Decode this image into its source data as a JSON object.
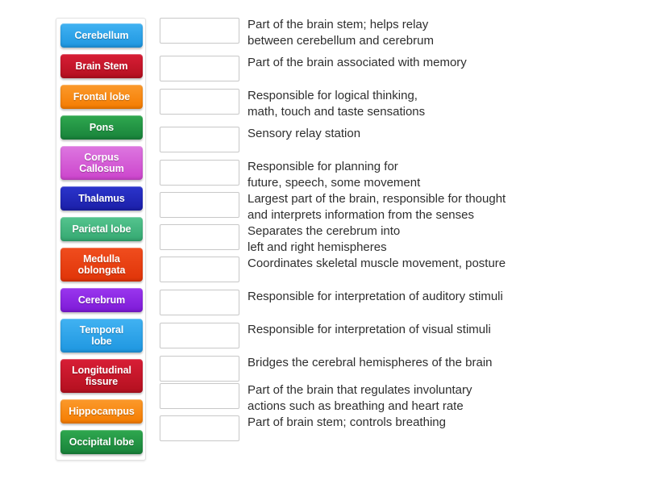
{
  "activity": {
    "type": "match-up-drag-and-drop",
    "subject": "Brain anatomy"
  },
  "tiles": [
    {
      "label": "Cerebellum",
      "color_start": "#41b2f2",
      "color_end": "#1e96e0"
    },
    {
      "label": "Brain Stem",
      "color_start": "#d81e36",
      "color_end": "#b3101f"
    },
    {
      "label": "Frontal lobe",
      "color_start": "#fb9a2c",
      "color_end": "#f57c00"
    },
    {
      "label": "Pons",
      "color_start": "#2fa84f",
      "color_end": "#18823a"
    },
    {
      "label": "Corpus\nCallosum",
      "color_start": "#dd77e0",
      "color_end": "#cc44cc"
    },
    {
      "label": "Thalamus",
      "color_start": "#2b34cc",
      "color_end": "#1b1fa8"
    },
    {
      "label": "Parietal lobe",
      "color_start": "#55c48f",
      "color_end": "#34a871"
    },
    {
      "label": "Medulla\noblongata",
      "color_start": "#f04d1e",
      "color_end": "#e03408"
    },
    {
      "label": "Cerebrum",
      "color_start": "#9a36ef",
      "color_end": "#7d1ad6"
    },
    {
      "label": "Temporal\nlobe",
      "color_start": "#41b2f2",
      "color_end": "#1e96e0"
    },
    {
      "label": "Longitudinal\nfissure",
      "color_start": "#d81e36",
      "color_end": "#b3101f"
    },
    {
      "label": "Hippocampus",
      "color_start": "#fb9a2c",
      "color_end": "#f57c00"
    },
    {
      "label": "Occipital lobe",
      "color_start": "#2fa84f",
      "color_end": "#18823a"
    }
  ],
  "answers": [
    {
      "slot_value": "",
      "clue": "Part of the brain stem; helps relay\nbetween cerebellum and cerebrum",
      "tight": false
    },
    {
      "slot_value": "",
      "clue": "Part of the brain associated with memory",
      "tight": false
    },
    {
      "slot_value": "",
      "clue": "Responsible for logical thinking,\nmath, touch and taste sensations",
      "tight": false
    },
    {
      "slot_value": "",
      "clue": "Sensory relay station",
      "tight": false
    },
    {
      "slot_value": "",
      "clue": "Responsible for planning for\nfuture, speech, some movement",
      "tight": true
    },
    {
      "slot_value": "",
      "clue": "Largest part of the brain, responsible for thought\nand interprets information from the senses",
      "tight": true
    },
    {
      "slot_value": "",
      "clue": "Separates the cerebrum into\nleft and right hemispheres",
      "tight": true
    },
    {
      "slot_value": "",
      "clue": "Coordinates skeletal muscle movement, posture",
      "tight": false
    },
    {
      "slot_value": "",
      "clue": "Responsible for interpretation of auditory stimuli",
      "tight": false
    },
    {
      "slot_value": "",
      "clue": "Responsible for interpretation of visual stimuli",
      "tight": false
    },
    {
      "slot_value": "",
      "clue": "Bridges the cerebral hemispheres of the brain",
      "tight": true
    },
    {
      "slot_value": "",
      "clue": "Part of the brain that regulates involuntary\nactions such as breathing and heart rate",
      "tight": true
    },
    {
      "slot_value": "",
      "clue": "Part of brain stem; controls breathing",
      "tight": false
    }
  ]
}
